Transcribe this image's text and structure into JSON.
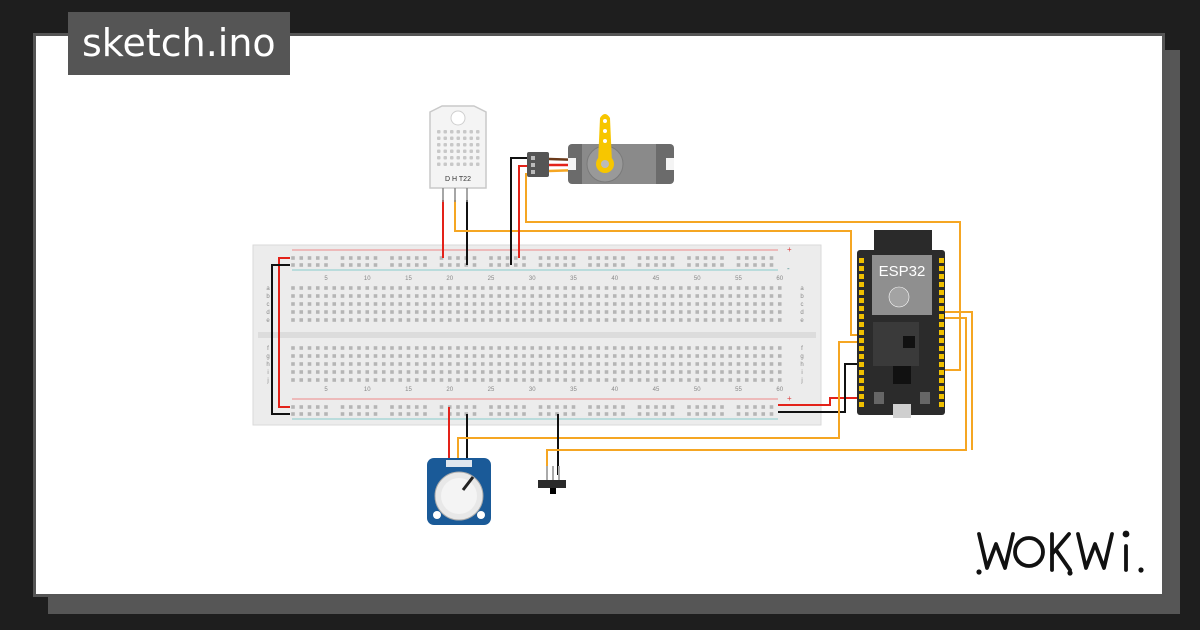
{
  "sketch": {
    "filename": "sketch.ino"
  },
  "brand": {
    "logo_text": "WOKWi"
  },
  "breadboard": {
    "column_labels": [
      "5",
      "10",
      "15",
      "20",
      "25",
      "30",
      "35",
      "40",
      "45",
      "50",
      "55",
      "60"
    ],
    "row_labels_top": [
      "a",
      "b",
      "c",
      "d",
      "e"
    ],
    "row_labels_bottom": [
      "f",
      "g",
      "h",
      "i",
      "j"
    ],
    "rail_plus": "+",
    "rail_minus": "-"
  },
  "components": {
    "dht": {
      "label": "D H T22"
    },
    "esp32": {
      "label": "ESP32"
    }
  },
  "colors": {
    "background": "#1e1e1e",
    "card": "#ffffff",
    "frame": "#555555",
    "wire_red": "#e32219",
    "wire_black": "#111111",
    "wire_signal": "#f5a623",
    "servo_horn": "#f7c600",
    "pot_blue": "#1a5a98",
    "esp32_board": "#2b2b2b"
  }
}
